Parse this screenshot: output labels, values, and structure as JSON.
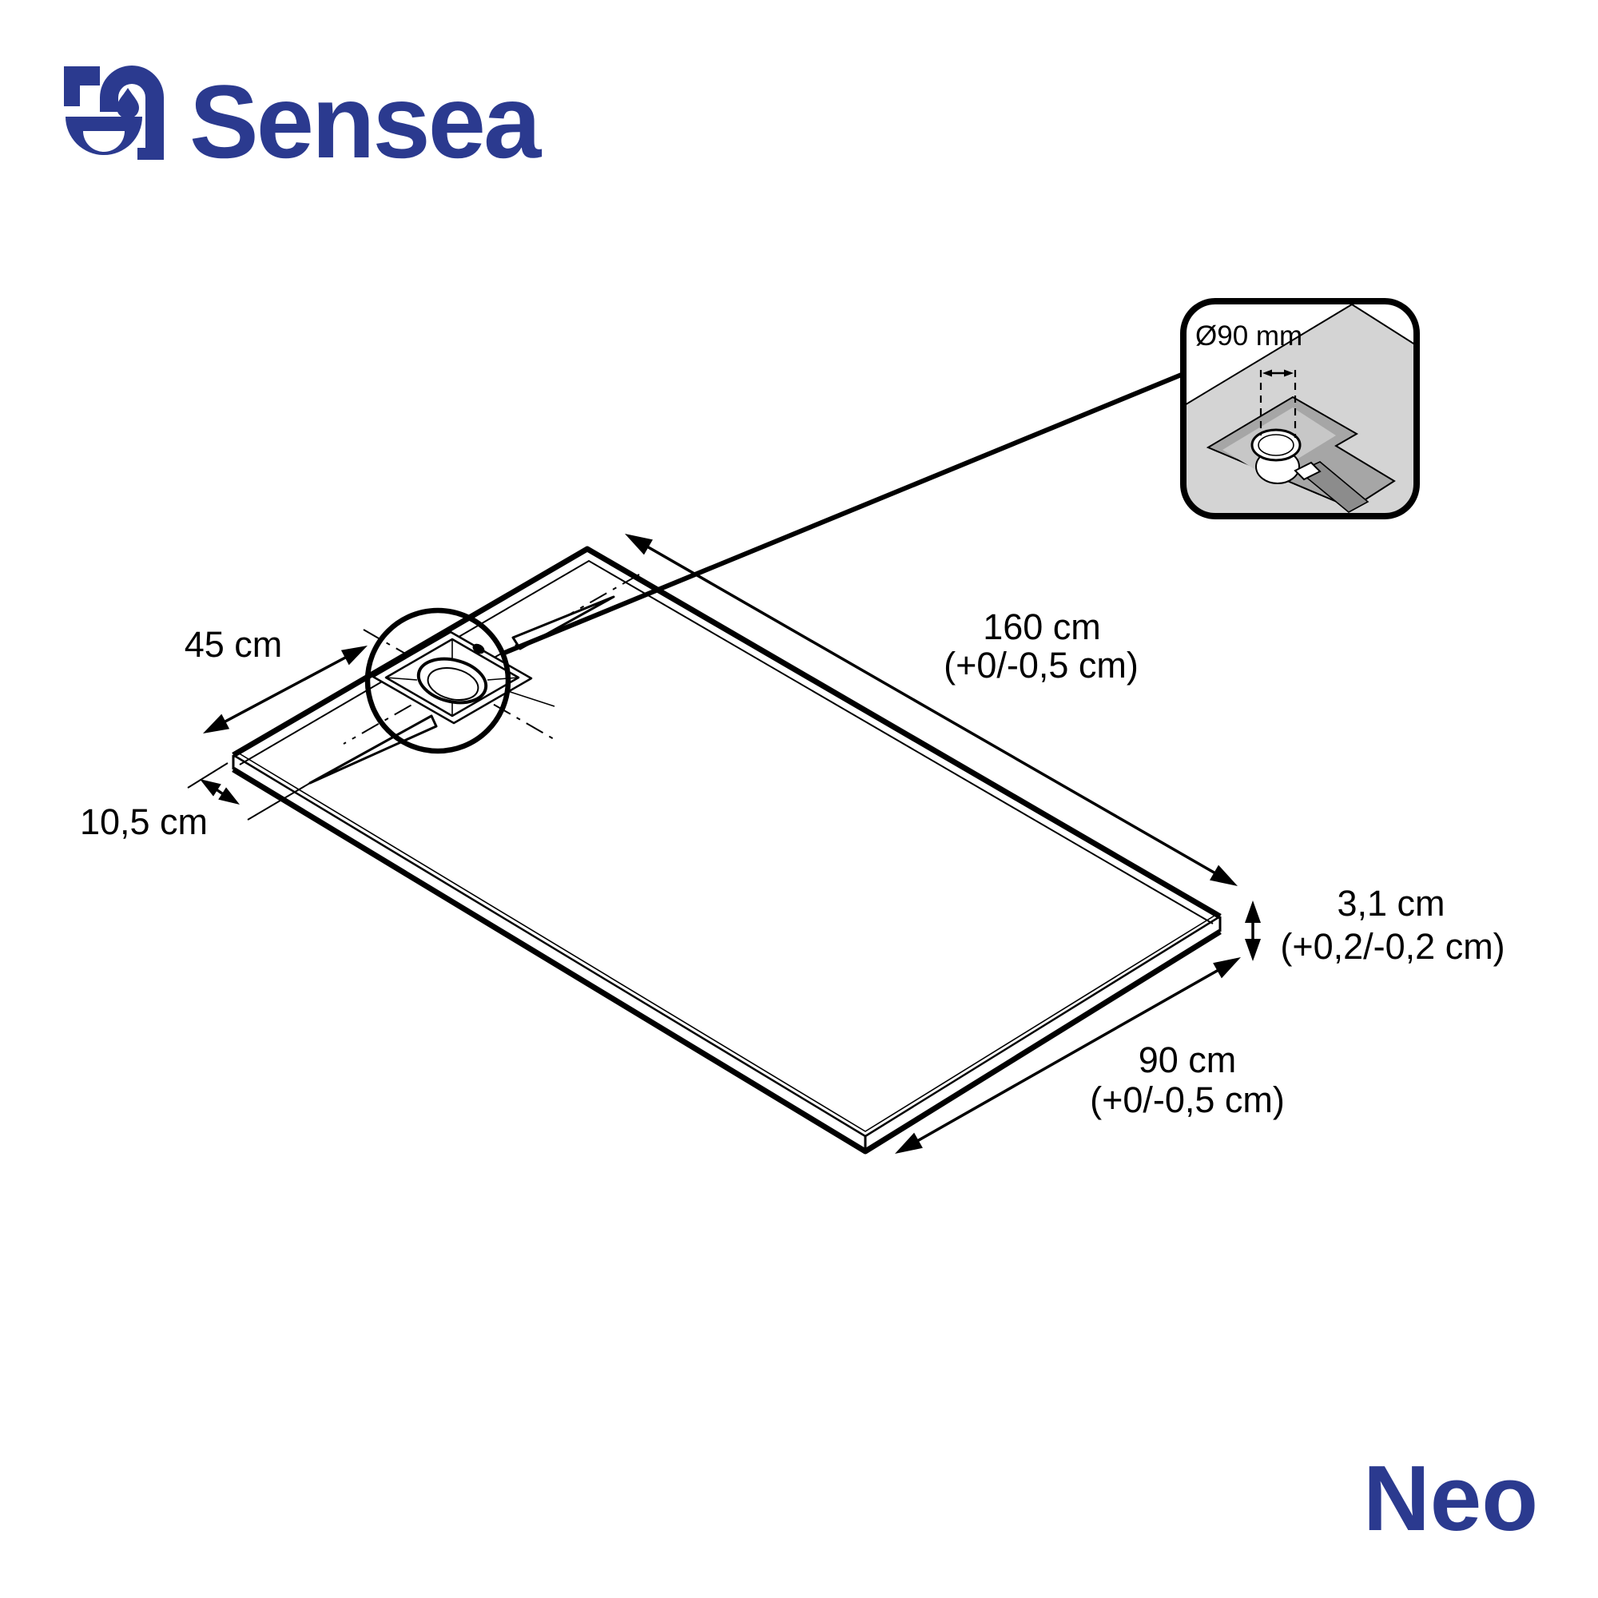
{
  "brand": {
    "name": "Sensea",
    "color": "#2b3a8f"
  },
  "product": {
    "name": "Neo"
  },
  "diagram": {
    "line_color": "#000000",
    "labels": {
      "length": "160 cm",
      "length_tolerance": "(+0/-0,5 cm)",
      "width": "90 cm",
      "width_tolerance": "(+0/-0,5 cm)",
      "thickness": "3,1 cm",
      "thickness_tolerance": "(+0,2/-0,2 cm)",
      "drain_center_offset": "45 cm",
      "drain_edge_offset": "10,5 cm"
    },
    "inset": {
      "drain_diameter": "Ø90 mm",
      "surface_color": "#d4d4d4",
      "recess_color": "#a6a6a6",
      "floor_color": "#c7c7c7",
      "pipe_color": "#8c8c8c"
    }
  }
}
